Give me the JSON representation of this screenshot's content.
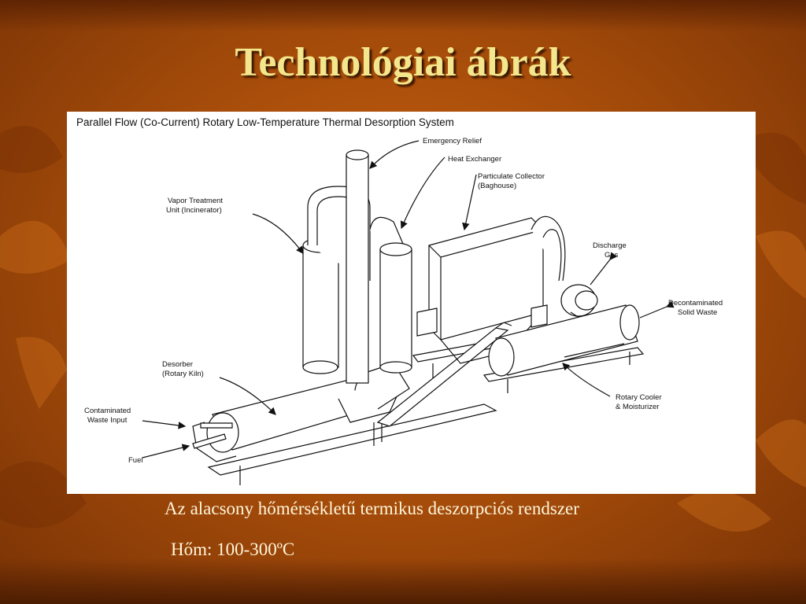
{
  "slide": {
    "title": "Technológiai ábrák",
    "caption_main": "Az alacsony hőmérsékletű termikus deszorpciós rendszer",
    "caption_temp": "Hőm: 100-300ºC"
  },
  "figure": {
    "title": "Parallel Flow (Co-Current) Rotary Low-Temperature Thermal Desorption System",
    "labels": {
      "emergency_relief": "Emergency Relief",
      "heat_exchanger": "Heat Exchanger",
      "particulate_1": "Particulate Collector",
      "particulate_2": "(Baghouse)",
      "vapor_1": "Vapor Treatment",
      "vapor_2": "Unit (Incinerator)",
      "discharge_1": "Discharge",
      "discharge_2": "Gas",
      "decon_1": "Decontaminated",
      "decon_2": "Solid Waste",
      "desorber_1": "Desorber",
      "desorber_2": "(Rotary Kiln)",
      "contaminated_1": "Contaminated",
      "contaminated_2": "Waste Input",
      "fuel": "Fuel",
      "cooler_1": "Rotary Cooler",
      "cooler_2": "& Moisturizer"
    }
  },
  "colors": {
    "background": "#a94e0b",
    "title": "#f3e68c",
    "caption": "#fff6d8"
  }
}
